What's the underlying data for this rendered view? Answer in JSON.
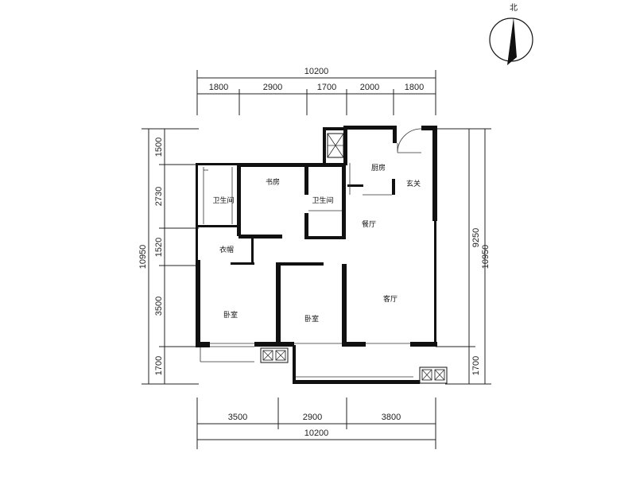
{
  "north_label": "北",
  "top_total": "10200",
  "top_segments": [
    "1800",
    "2900",
    "1700",
    "2000",
    "1800"
  ],
  "bottom_segments": [
    "3500",
    "2900",
    "3800"
  ],
  "bottom_total": "10200",
  "left_segments": [
    "1500",
    "2730",
    "1520",
    "3500",
    "1700"
  ],
  "left_total": "10950",
  "right_mid": "9250",
  "right_total": "10950",
  "right_bottom": "1700",
  "rooms": {
    "bath_left": "卫生间",
    "study": "书房",
    "bath_right": "卫生间",
    "kitchen": "厨房",
    "entrance": "玄关",
    "dining": "餐厅",
    "cloakroom": "衣帽",
    "living": "客厅",
    "bedroom_left": "卧室",
    "bedroom_mid": "卧室"
  }
}
